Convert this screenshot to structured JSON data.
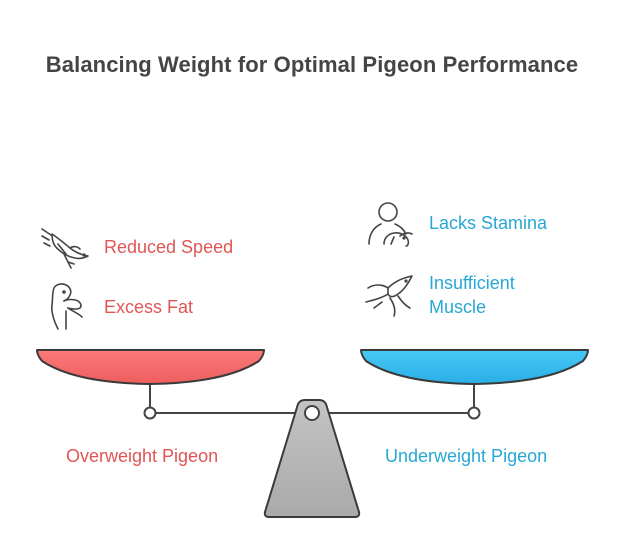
{
  "title": "Balancing Weight for Optimal Pigeon Performance",
  "left": {
    "label": "Overweight Pigeon",
    "items": [
      "Reduced Speed",
      "Excess Fat"
    ],
    "color": "#e05555",
    "pan_color": "#f26b6b"
  },
  "right": {
    "label": "Underweight Pigeon",
    "items": [
      "Lacks Stamina",
      "Insufficient Muscle"
    ],
    "color": "#27a7d4",
    "pan_color": "#39bfef"
  },
  "icons": {
    "reduced_speed": "diving-bird-icon",
    "excess_fat": "goose-icon",
    "lacks_stamina": "person-with-bird-icon",
    "insufficient_muscle": "flying-bird-icon"
  }
}
